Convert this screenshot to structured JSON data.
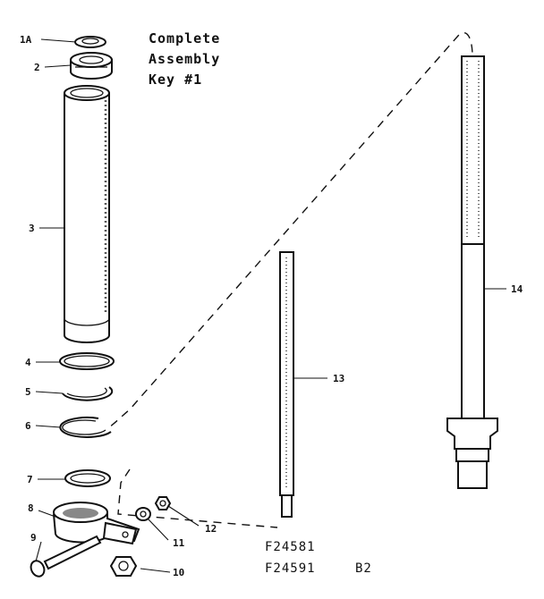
{
  "title_lines": [
    "Complete",
    "Assembly",
    "Key #1"
  ],
  "callouts": {
    "c1a": "1A",
    "c2": "2",
    "c3": "3",
    "c4": "4",
    "c5": "5",
    "c6": "6",
    "c7": "7",
    "c8": "8",
    "c9": "9",
    "c10": "10",
    "c11": "11",
    "c12": "12",
    "c13": "13",
    "c14": "14"
  },
  "part_codes": [
    "F24581",
    "F24591",
    "B2"
  ]
}
